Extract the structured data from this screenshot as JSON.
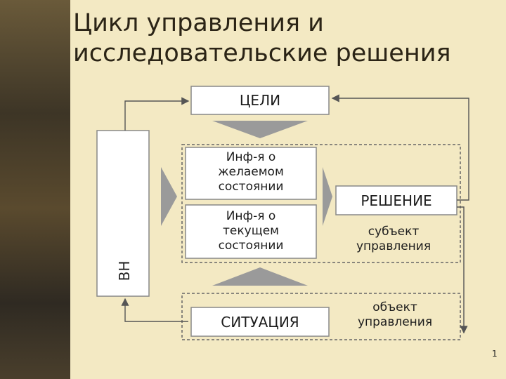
{
  "slide": {
    "title_line1": "Цикл управления и",
    "title_line2": "исследовательские решения",
    "page_number": "1"
  },
  "diagram": {
    "goals": "ЦЕЛИ",
    "info_desired": [
      "Инф-я о",
      "желаемом",
      "состоянии"
    ],
    "info_current": [
      "Инф-я о",
      "текущем",
      "состоянии"
    ],
    "decision": "РЕШЕНИЕ",
    "subject": [
      "субъект",
      "управления"
    ],
    "situation": "СИТУАЦИЯ",
    "object": [
      "объект",
      "управления"
    ],
    "side_label": "ВН"
  },
  "colors": {
    "background": "#f3e9c3",
    "box_fill": "#ffffff",
    "box_border": "#8a8a8a",
    "arrow_fill": "#9a9a9a",
    "line": "#555555"
  }
}
